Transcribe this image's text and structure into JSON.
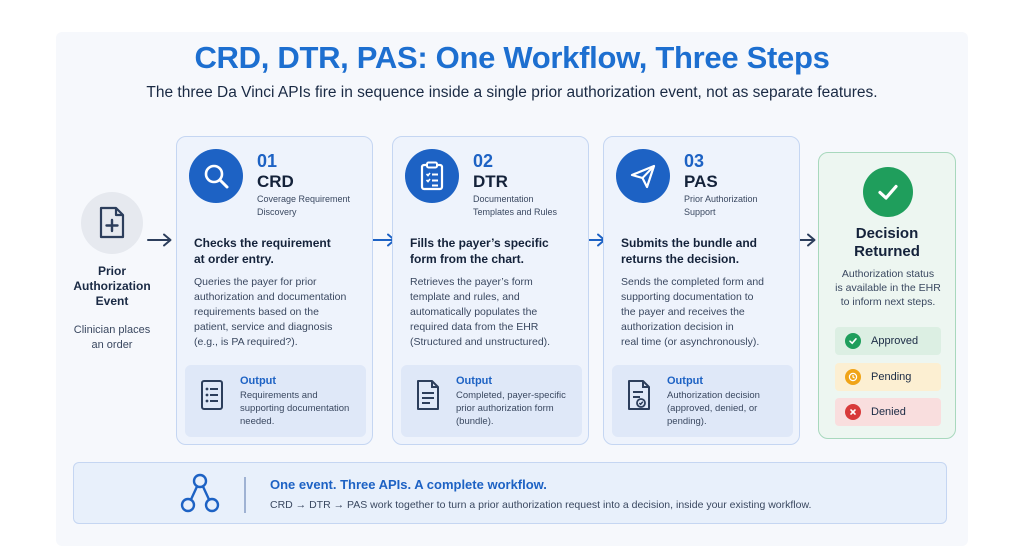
{
  "title": "CRD, DTR, PAS: One Workflow, Three Steps",
  "subtitle": "The three Da Vinci APIs fire in sequence inside a single prior authorization event, not as separate features.",
  "event": {
    "icon": "document-plus-icon",
    "title_line1": "Prior",
    "title_line2": "Authorization",
    "title_line3": "Event",
    "sub_line1": "Clinician places",
    "sub_line2": "an order"
  },
  "steps": [
    {
      "number": "01",
      "code": "CRD",
      "code_sub_line1": "Coverage Requirement",
      "code_sub_line2": "Discovery",
      "icon": "search-icon",
      "head_line1": "Checks the requirement",
      "head_line2": "at order entry.",
      "body_lines": [
        "Queries the payer for prior",
        "authorization and documentation",
        "requirements based on the",
        "patient, service and diagnosis",
        "(e.g., is PA required?)."
      ],
      "output_title": "Output",
      "output_icon": "checklist-document-icon",
      "output_lines": [
        "Requirements and",
        "supporting documentation",
        "needed."
      ]
    },
    {
      "number": "02",
      "code": "DTR",
      "code_sub_line1": "Documentation",
      "code_sub_line2": "Templates and Rules",
      "icon": "clipboard-list-icon",
      "head_line1": "Fills the payer’s specific",
      "head_line2": "form from the chart.",
      "body_lines": [
        "Retrieves the payer’s form",
        "template and rules, and",
        "automatically populates the",
        "required data from the EHR",
        "(Structured and unstructured)."
      ],
      "output_title": "Output",
      "output_icon": "filled-form-icon",
      "output_lines": [
        "Completed, payer-specific",
        "prior authorization form",
        "(bundle)."
      ]
    },
    {
      "number": "03",
      "code": "PAS",
      "code_sub_line1": "Prior Authorization",
      "code_sub_line2": "Support",
      "icon": "paper-plane-icon",
      "head_line1": "Submits the bundle and",
      "head_line2": "returns the decision.",
      "body_lines": [
        "Sends the completed form and",
        "supporting documentation to",
        "the payer and receives the",
        "authorization decision in",
        "real time (or asynchronously)."
      ],
      "output_title": "Output",
      "output_icon": "signed-document-icon",
      "output_lines": [
        "Authorization decision",
        "(approved, denied, or",
        "pending)."
      ]
    }
  ],
  "decision": {
    "icon": "check-icon",
    "title_line1": "Decision",
    "title_line2": "Returned",
    "body_lines": [
      "Authorization status",
      "is available in the EHR",
      "to inform next steps."
    ],
    "statuses": [
      {
        "label": "Approved",
        "icon": "check-icon",
        "color": "#1f9e5c",
        "bg": "#dcefe3"
      },
      {
        "label": "Pending",
        "icon": "clock-icon",
        "color": "#f0a418",
        "bg": "#fcefd2"
      },
      {
        "label": "Denied",
        "icon": "x-icon",
        "color": "#d83a3a",
        "bg": "#f9dede"
      }
    ]
  },
  "banner": {
    "icon": "workflow-nodes-icon",
    "title": "One event. Three APIs. A complete workflow.",
    "subtitle": "CRD → DTR → PAS work together to turn a prior authorization request into a decision, inside your existing workflow."
  },
  "colors": {
    "accent": "#1d62c4",
    "title": "#1d6fd0",
    "success": "#1f9e5c"
  }
}
